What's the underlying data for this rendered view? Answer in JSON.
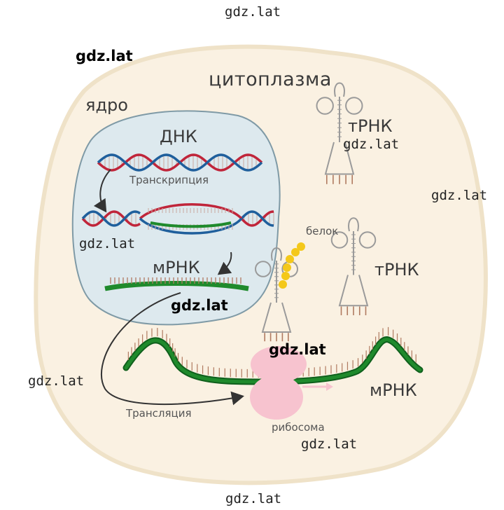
{
  "labels": {
    "cytoplasm": "цитоплазма",
    "nucleus": "ядро",
    "dna": "ДНК",
    "transcription": "Транскрипция",
    "mrna_nucleus": "мРНК",
    "trna_top": "тРНК",
    "trna_right": "тРНК",
    "protein": "белок",
    "mrna_cytoplasm": "мРНК",
    "translation": "Трансляция",
    "ribosome": "рибосома"
  },
  "watermarks": {
    "top": "gdz.lat",
    "bold_top_left": "gdz.lat",
    "trna": "gdz.lat",
    "right": "gdz.lat",
    "nucleus_left": "gdz.lat",
    "nucleus_bottom": "gdz.lat",
    "ribosome": "gdz.lat",
    "left": "gdz.lat",
    "ribosome_bottom": "gdz.lat",
    "bottom": "gdz.lat"
  },
  "colors": {
    "cell_fill": "#faf1e2",
    "cell_stroke": "#efe2c8",
    "nucleus_fill": "#dde9ee",
    "nucleus_stroke": "#7f9aa6",
    "dna_red": "#c0253a",
    "dna_blue": "#1f5f9c",
    "mrna_green": "#1f8a2c",
    "mrna_dark": "#0f5f1c",
    "tick_brown": "#b07a60",
    "trna_stroke": "#9a9a9a",
    "protein_yellow": "#f4c81a",
    "ribosome_pink": "#f7c3cf",
    "arrow": "#333333"
  }
}
